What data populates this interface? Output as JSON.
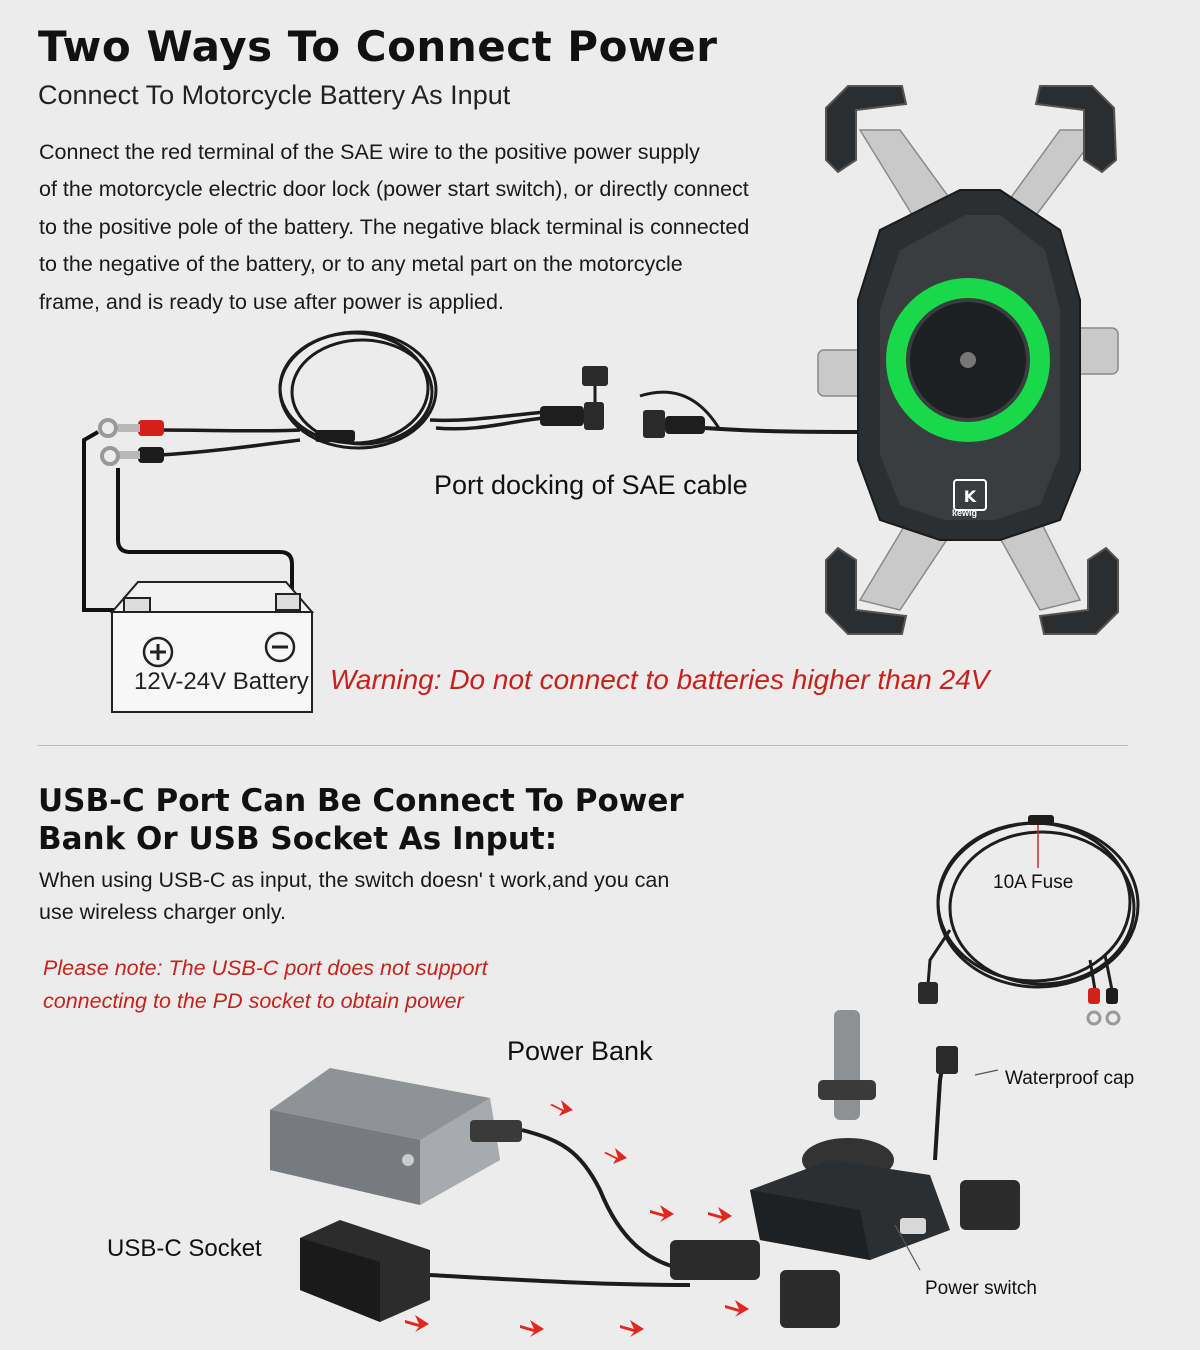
{
  "section1": {
    "title": "Two Ways To Connect Power",
    "subtitle": "Connect To Motorcycle Battery As Input",
    "description_lines": [
      "Connect the red terminal of the SAE wire to the positive power supply",
      "of the motorcycle electric door lock (power start switch), or directly connect",
      "to the positive pole of the battery. The negative black terminal is connected",
      "to the negative of the battery, or to any metal part on the motorcycle",
      "frame, and is ready to use after power is applied."
    ],
    "sae_label": "Port docking of SAE cable",
    "battery_label": "12V-24V Battery",
    "warning": "Warning: Do not connect to batteries higher than 24V",
    "brand_logo": "kewig"
  },
  "section2": {
    "title_lines": [
      "USB-C Port Can Be Connect To Power",
      "Bank Or USB Socket As Input:"
    ],
    "description_lines": [
      "When using USB-C as input, the switch doesn' t work,and you can",
      "use wireless charger only."
    ],
    "note_lines": [
      "Please note: The USB-C port does not support",
      "connecting to the PD socket to obtain power"
    ],
    "fuse_label": "10A Fuse",
    "power_bank_label": "Power Bank",
    "waterproof_label": "Waterproof cap",
    "usbc_socket_label": "USB-C Socket",
    "power_switch_label": "Power switch"
  },
  "colors": {
    "background": "#ececec",
    "warning_red": "#c8211c",
    "ring_green": "#18d94a",
    "device_dark": "#2c2f31",
    "arrow_red": "#e0281f"
  }
}
